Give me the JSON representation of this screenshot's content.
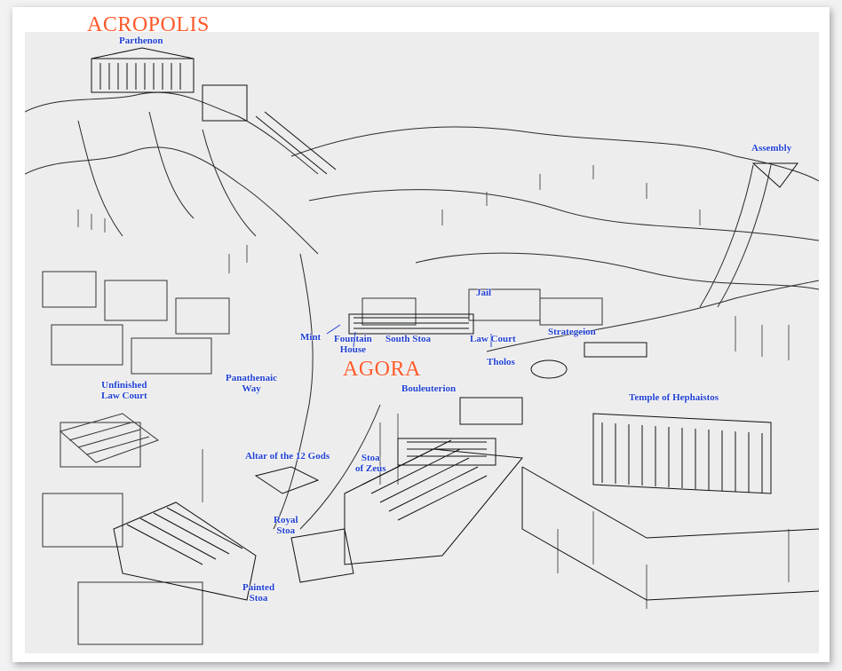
{
  "titles": {
    "acropolis": "ACROPOLIS",
    "agora": "AGORA"
  },
  "labels": {
    "parthenon": "Parthenon",
    "assembly": "Assembly",
    "jail": "Jail",
    "mint": "Mint",
    "fountain_house": "Fountain\nHouse",
    "south_stoa": "South Stoa",
    "law_court": "Law Court",
    "strategeion": "Strategeion",
    "tholos": "Tholos",
    "bouleuterion": "Bouleuterion",
    "temple_hephaistos": "Temple of Hephaistos",
    "unfinished_law_court": "Unfinished\nLaw Court",
    "panathenaic_way": "Panathenaic\nWay",
    "altar_12_gods": "Altar of the 12 Gods",
    "stoa_of_zeus": "Stoa\nof Zeus",
    "royal_stoa": "Royal\nStoa",
    "painted_stoa": "Painted\nStoa"
  },
  "colors": {
    "label_blue": "#1f3fd1",
    "title_orange": "#ff5a2a",
    "line_ink": "#222222"
  }
}
